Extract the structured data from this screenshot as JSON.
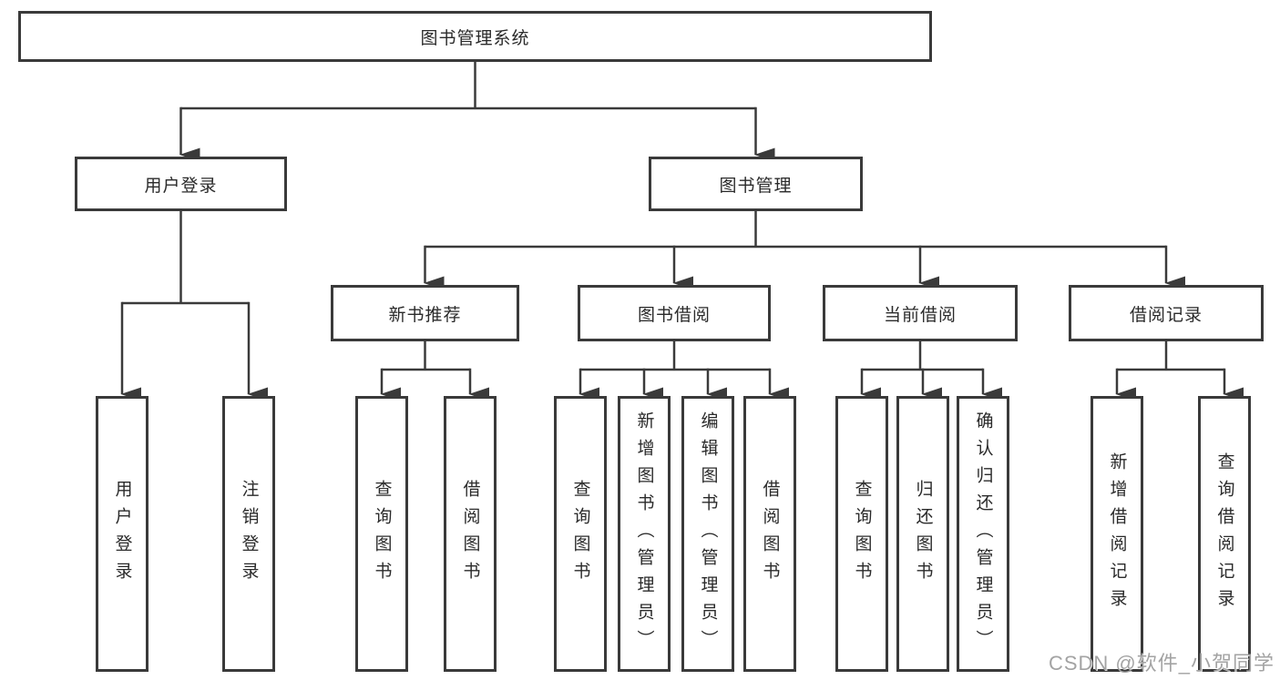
{
  "tree": {
    "label": "图书管理系统",
    "children": [
      {
        "label": "用户登录",
        "children": [
          {
            "label": "用户登录"
          },
          {
            "label": "注销登录"
          }
        ]
      },
      {
        "label": "图书管理",
        "children": [
          {
            "label": "新书推荐",
            "children": [
              {
                "label": "查询图书"
              },
              {
                "label": "借阅图书"
              }
            ]
          },
          {
            "label": "图书借阅",
            "children": [
              {
                "label": "查询图书"
              },
              {
                "label": "新增图书（管理员）"
              },
              {
                "label": "编辑图书（管理员）"
              },
              {
                "label": "借阅图书"
              }
            ]
          },
          {
            "label": "当前借阅",
            "children": [
              {
                "label": "查询图书"
              },
              {
                "label": "归还图书"
              },
              {
                "label": "确认归还（管理员）"
              }
            ]
          },
          {
            "label": "借阅记录",
            "children": [
              {
                "label": "新增借阅记录"
              },
              {
                "label": "查询借阅记录"
              }
            ]
          }
        ]
      }
    ]
  },
  "watermark": {
    "text": "CSDN @软件_小贺同学"
  },
  "colors": {
    "line": "#3a3a3a",
    "box_border": "#3a3a3a",
    "text": "#2a2a2a",
    "background": "#ffffff",
    "watermark": "#a3a3a3"
  }
}
